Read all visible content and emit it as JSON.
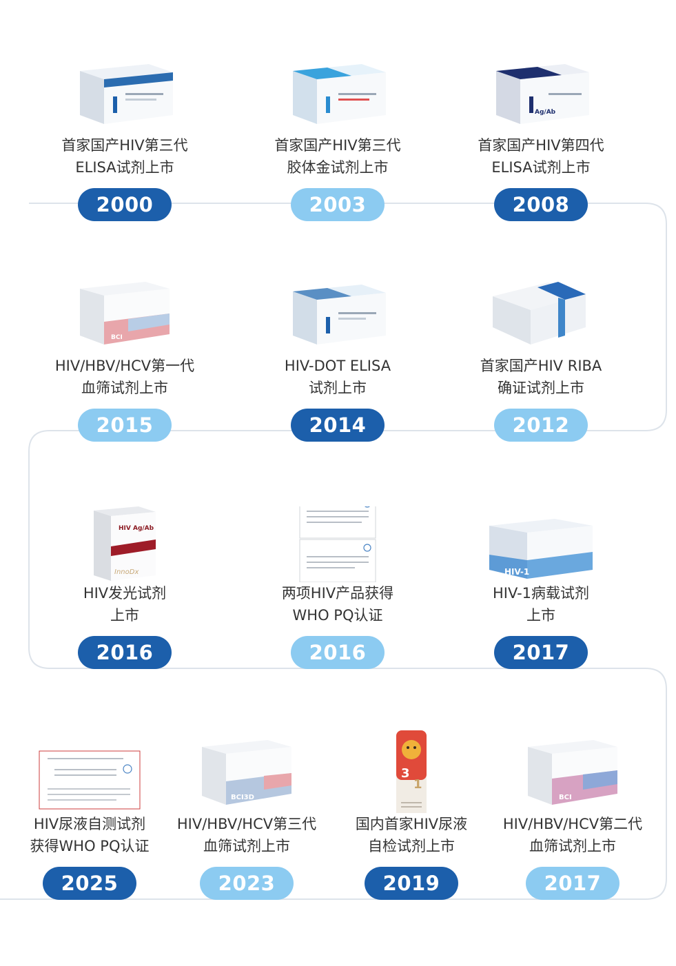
{
  "colors": {
    "dark_pill": "#1c5fab",
    "light_pill": "#8ccbf1",
    "path_line": "#dde3ea",
    "text": "#333333"
  },
  "milestones": [
    {
      "year": "2000",
      "line1": "首家国产HIV第三代",
      "line2": "ELISA试剂上市",
      "pill": "dark",
      "product": "box-elisa-3rd-gen-image"
    },
    {
      "year": "2003",
      "line1": "首家国产HIV第三代",
      "line2": "胶体金试剂上市",
      "pill": "light",
      "product": "box-colloidal-gold-image"
    },
    {
      "year": "2008",
      "line1": "首家国产HIV第四代",
      "line2": "ELISA试剂上市",
      "pill": "dark",
      "product": "box-ag-ab-image"
    },
    {
      "year": "2015",
      "line1": "HIV/HBV/HCV第一代",
      "line2": "血筛试剂上市",
      "pill": "light",
      "product": "box-bci-image"
    },
    {
      "year": "2014",
      "line1": "HIV-DOT ELISA",
      "line2": "试剂上市",
      "pill": "dark",
      "product": "box-dot-elisa-image"
    },
    {
      "year": "2012",
      "line1": "首家国产HIV RIBA",
      "line2": "确证试剂上市",
      "pill": "light",
      "product": "box-riba-image"
    },
    {
      "year": "2016",
      "line1": "HIV发光试剂",
      "line2": "上市",
      "pill": "dark",
      "product": "box-hiv-agab-innodx-image"
    },
    {
      "year": "2016",
      "line1": "两项HIV产品获得",
      "line2": "WHO PQ认证",
      "pill": "light",
      "product": "who-pq-documents-image"
    },
    {
      "year": "2017",
      "line1": "HIV-1病载试剂",
      "line2": "上市",
      "pill": "dark",
      "product": "box-hiv1-viral-load-image"
    },
    {
      "year": "2025",
      "line1": "HIV尿液自测试剂",
      "line2": "获得WHO PQ认证",
      "pill": "dark",
      "product": "who-pq-urine-document-image"
    },
    {
      "year": "2023",
      "line1": "HIV/HBV/HCV第三代",
      "line2": "血筛试剂上市",
      "pill": "light",
      "product": "box-bci3d-image"
    },
    {
      "year": "2019",
      "line1": "国内首家HIV尿液",
      "line2": "自检试剂上市",
      "pill": "dark",
      "product": "urine-self-test-tube-image"
    },
    {
      "year": "2017",
      "line1": "HIV/HBV/HCV第二代",
      "line2": "血筛试剂上市",
      "pill": "light",
      "product": "box-bci-2nd-gen-image"
    }
  ]
}
